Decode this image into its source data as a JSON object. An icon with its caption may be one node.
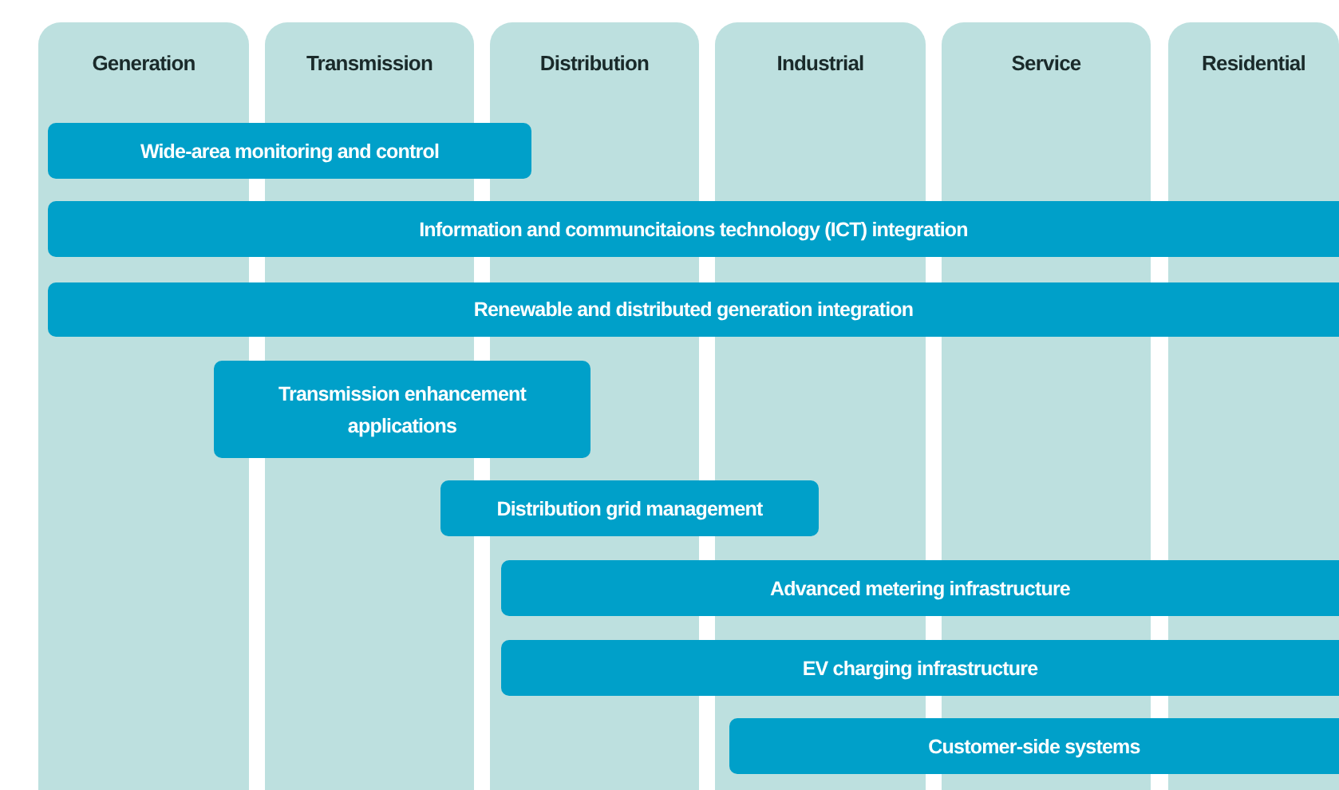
{
  "diagram": {
    "nodes": [
      {
        "text": [
          "Generation"
        ]
      },
      {
        "text": [
          "Transmission"
        ]
      },
      {
        "text": [
          "Distribution"
        ]
      },
      {
        "text": [
          "Industrial"
        ]
      },
      {
        "text": [
          "Service"
        ]
      },
      {
        "text": [
          "Residential"
        ]
      },
      {
        "text": [
          "Wide-area monitoring and control"
        ]
      },
      {
        "text": [
          "Information and communcitaions technology (ICT) integration"
        ]
      },
      {
        "text": [
          "Renewable and distributed generation integration"
        ]
      },
      {
        "text": [
          "Transmission enhancement applications"
        ]
      },
      {
        "text": [
          "Distribution grid management"
        ]
      },
      {
        "text": [
          "Advanced metering infrastructure"
        ]
      },
      {
        "text": [
          "EV charging infrastructure"
        ]
      },
      {
        "text": [
          "Customer-side systems"
        ]
      }
    ]
  }
}
